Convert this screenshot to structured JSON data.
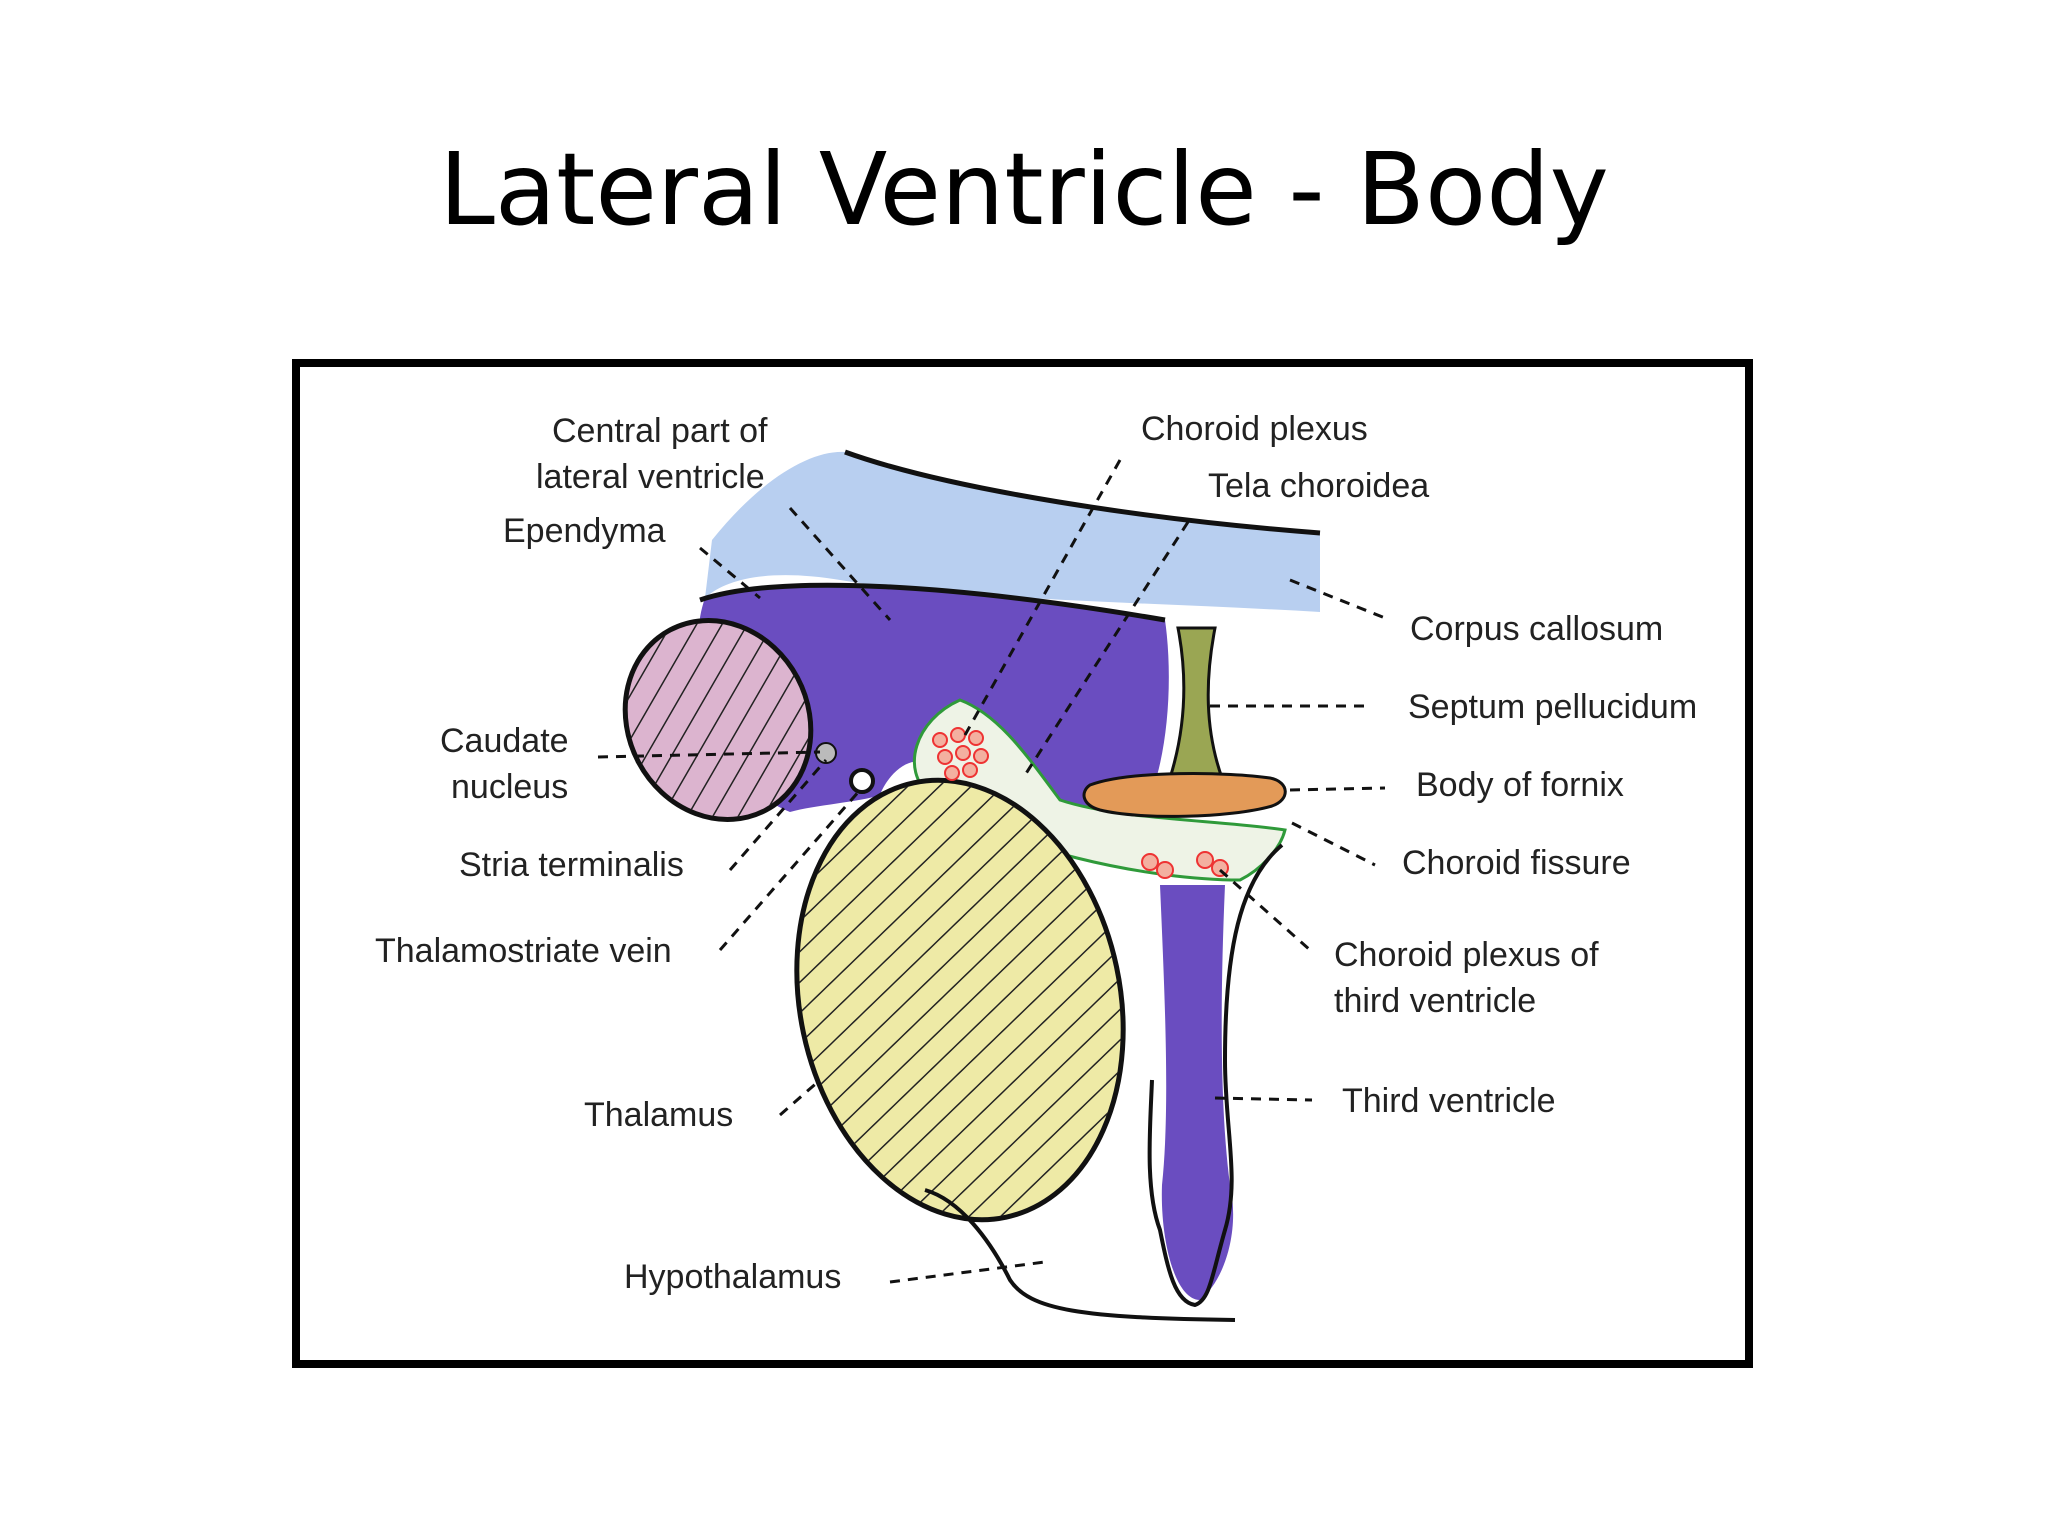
{
  "slide": {
    "title": "Lateral Ventricle - Body"
  },
  "diagram": {
    "colors": {
      "ventricle": "#6a4dc0",
      "corpus_callosum": "#b8cff0",
      "septum": "#9aa653",
      "fornix": "#e39a58",
      "caudate": "#dcb4cf",
      "thalamus": "#eeeaa6",
      "choroid": "#f06050",
      "tela": "#eef3e6"
    },
    "labels": {
      "central_part_1": "Central part of",
      "central_part_2": "lateral ventricle",
      "ependyma": "Ependyma",
      "choroid_plexus": "Choroid plexus",
      "tela_choroidea": "Tela choroidea",
      "corpus_callosum": "Corpus callosum",
      "septum_pellucidum": "Septum pellucidum",
      "caudate_1": "Caudate",
      "caudate_2": "nucleus",
      "body_of_fornix": "Body of fornix",
      "stria_terminalis": "Stria terminalis",
      "choroid_fissure": "Choroid fissure",
      "thalamostriate_vein": "Thalamostriate vein",
      "choroid_third_1": "Choroid plexus of",
      "choroid_third_2": "third ventricle",
      "third_ventricle": "Third ventricle",
      "thalamus": "Thalamus",
      "hypothalamus": "Hypothalamus"
    }
  }
}
